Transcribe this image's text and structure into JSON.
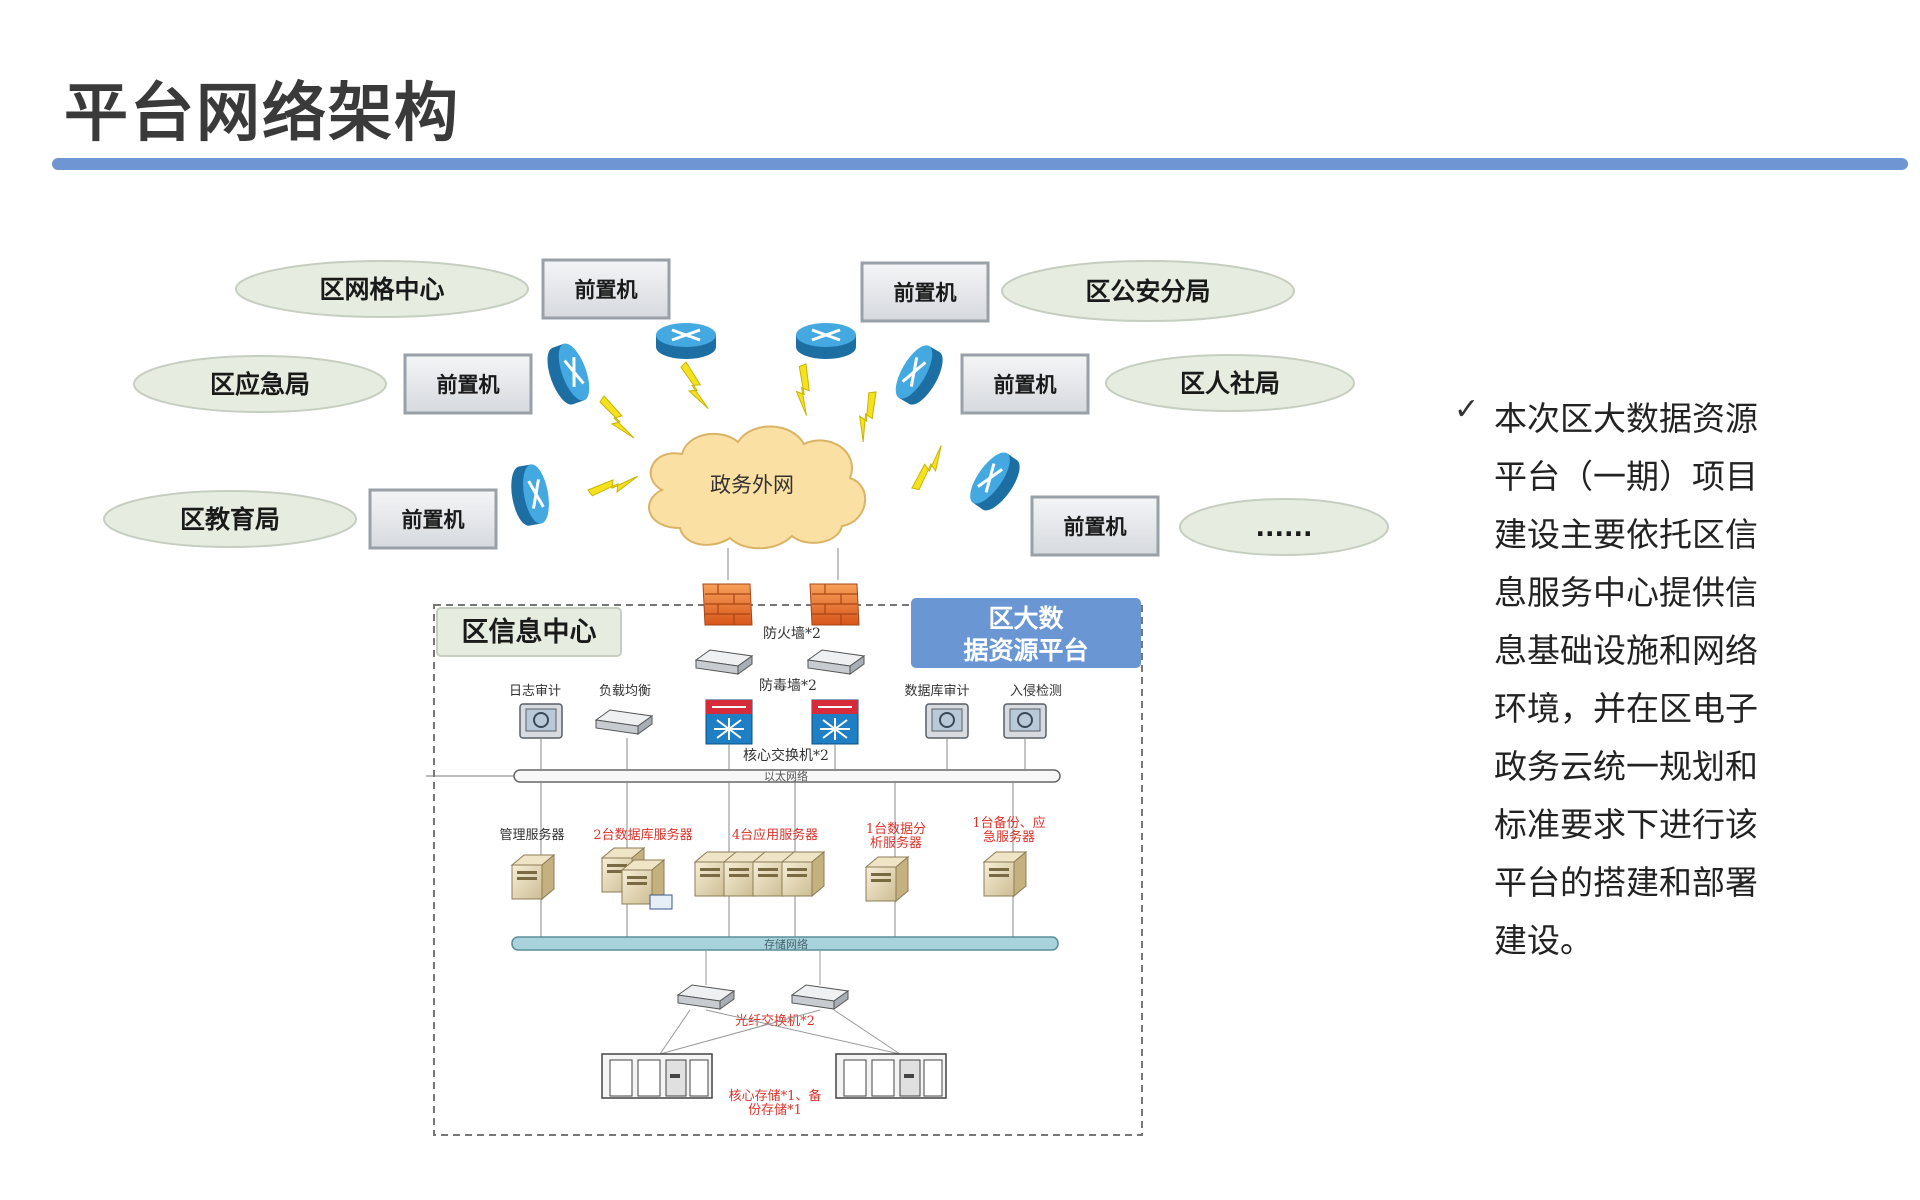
{
  "title": "平台网络架构",
  "agencies": {
    "grid_center": "区网格中心",
    "emergency": "区应急局",
    "education": "区教育局",
    "police": "区公安分局",
    "hr": "区人社局",
    "more": "......"
  },
  "front_machine": "前置机",
  "cloud": "政务外网",
  "info_center": "区信息中心",
  "platform": [
    "区大数",
    "据资源平台"
  ],
  "devices": {
    "firewall": "防火墙*2",
    "antivirus": "防毒墙*2",
    "log_audit": "日志审计",
    "load_balance": "负载均衡",
    "db_audit": "数据库审计",
    "intrusion": "入侵检测",
    "core_switch": "核心交换机*2",
    "ethernet": "以太网络",
    "mgmt_server": "管理服务器",
    "db_servers": "2台数据库服务器",
    "app_servers": "4台应用服务器",
    "analysis_server": [
      "1台数据分",
      "析服务器"
    ],
    "backup_server": [
      "1台备份、应",
      "急服务器"
    ],
    "storage_net": "存储网络",
    "fiber_switch": "光纤交换机*2",
    "storage": [
      "核心存储*1、备",
      "份存储*1"
    ]
  },
  "description": "本次区大数据资源平台（一期）项目建设主要依托区信息服务中心提供信息基础设施和网络环境，并在区电子政务云统一规划和标准要求下进行该平台的搭建和部署建设。",
  "colors": {
    "accent_bar": "#6f95d2",
    "ellipse_fill": "#e6ede0",
    "box_fill": "#e9ebee",
    "cloud_fill": "#fbe0a3",
    "router": "#2a8fc7",
    "bolt": "#f5e21e",
    "platform_fill": "#6a97d4",
    "red_label": "#d9342b"
  }
}
